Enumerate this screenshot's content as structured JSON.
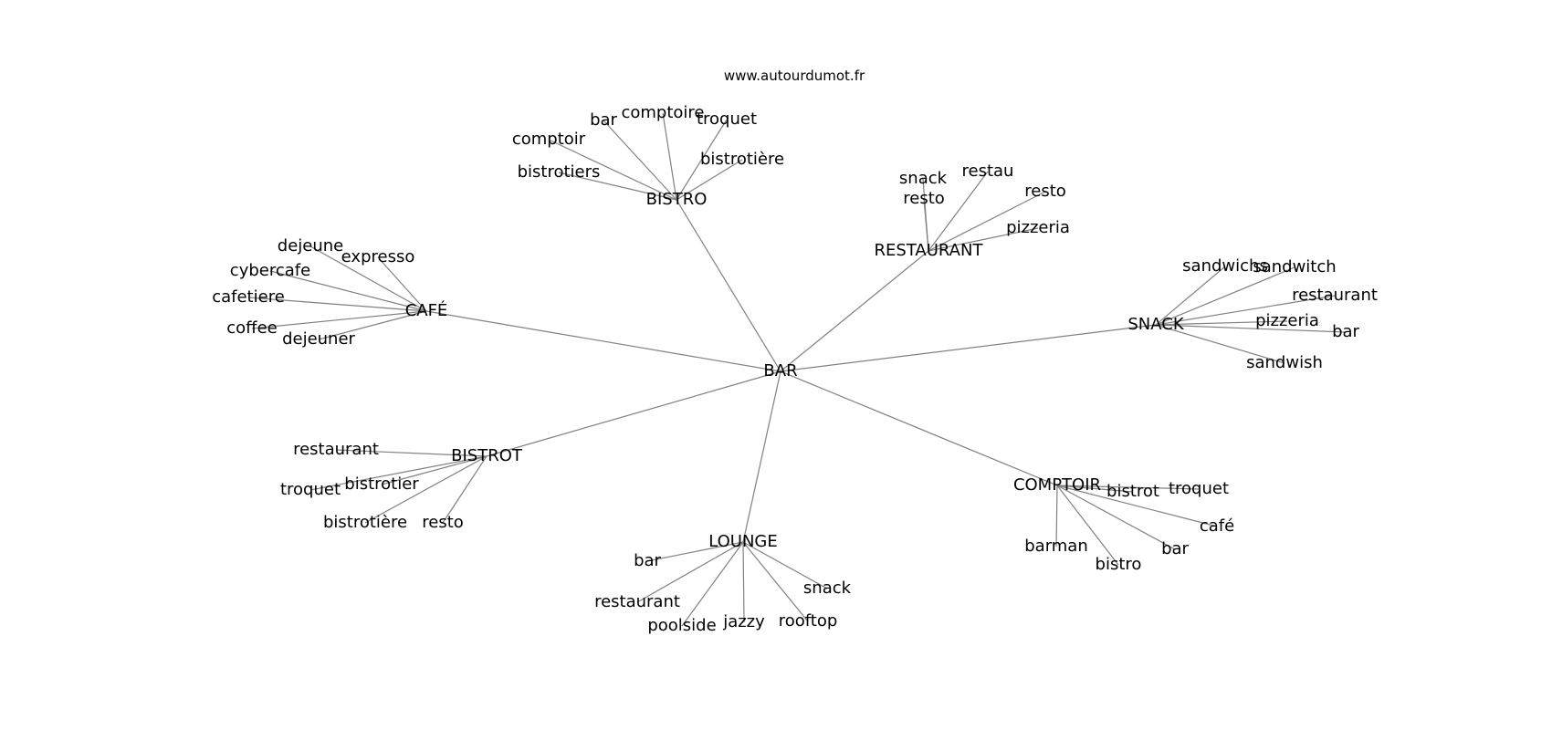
{
  "source": "www.autourdumot.fr",
  "colors": {
    "edge": "#808080",
    "text": "#000000",
    "background": "#ffffff"
  },
  "graph": {
    "center": "BAR",
    "groups": [
      {
        "hub": "BISTRO",
        "leaves": [
          "bar",
          "comptoire",
          "troquet",
          "comptoir",
          "bistrotière",
          "bistrotiers"
        ]
      },
      {
        "hub": "RESTAURANT",
        "leaves": [
          "snack",
          "restau",
          "resto",
          "resto",
          "pizzeria"
        ]
      },
      {
        "hub": "CAFÉ",
        "leaves": [
          "dejeune",
          "expresso",
          "cybercafe",
          "cafetiere",
          "coffee",
          "dejeuner"
        ]
      },
      {
        "hub": "SNACK",
        "leaves": [
          "sandwichs",
          "sandwitch",
          "restaurant",
          "pizzeria",
          "bar",
          "sandwish"
        ]
      },
      {
        "hub": "BISTROT",
        "leaves": [
          "restaurant",
          "bistrotier",
          "troquet",
          "bistrotière",
          "resto"
        ]
      },
      {
        "hub": "COMPTOIR",
        "leaves": [
          "bistrot",
          "troquet",
          "café",
          "barman",
          "bar",
          "bistro"
        ]
      },
      {
        "hub": "LOUNGE",
        "leaves": [
          "bar",
          "snack",
          "restaurant",
          "poolside",
          "jazzy",
          "rooftop"
        ]
      }
    ]
  }
}
